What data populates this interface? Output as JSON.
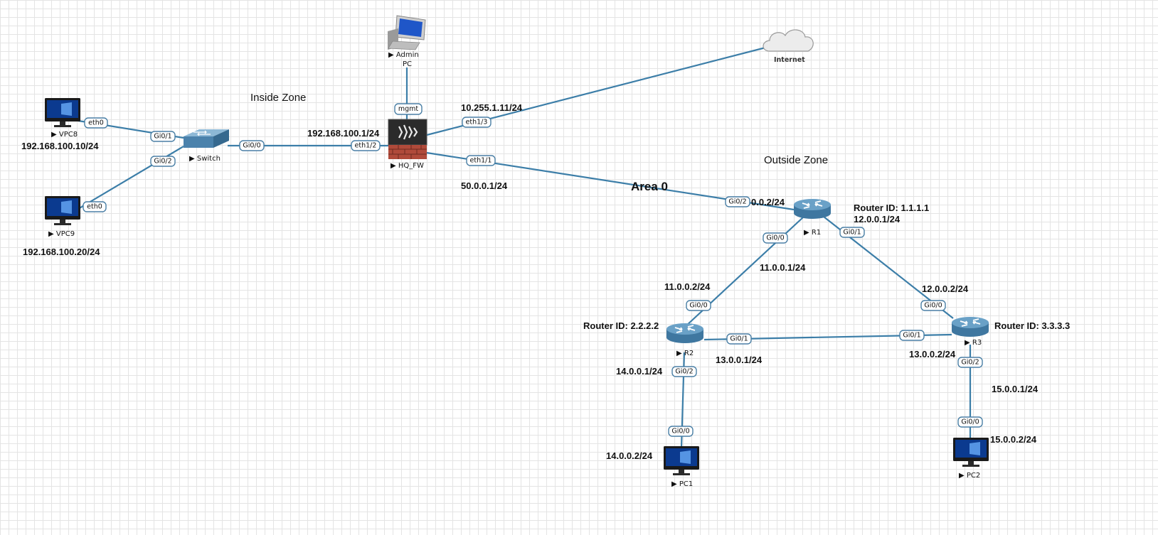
{
  "devices": {
    "vpc8": "▶ VPC8",
    "vpc9": "▶ VPC9",
    "switch": "▶ Switch",
    "hq_fw": "▶ HQ_FW",
    "admin_line1": "▶ Admin",
    "admin_line2": "PC",
    "internet": "Internet",
    "r1": "▶ R1",
    "r2": "▶ R2",
    "r3": "▶ R3",
    "pc1": "▶ PC1",
    "pc2": "▶ PC2"
  },
  "ports": {
    "vpc8_eth0": "eth0",
    "vpc9_eth0": "eth0",
    "sw_gi01": "Gi0/1",
    "sw_gi02": "Gi0/2",
    "sw_gi00": "Gi0/0",
    "fw_eth12": "eth1/2",
    "fw_mgmt": "mgmt",
    "fw_eth13": "eth1/3",
    "fw_eth11": "eth1/1",
    "r1_gi02": "Gi0/2",
    "r1_gi00": "Gi0/0",
    "r1_gi01": "Gi0/1",
    "r2_gi00": "Gi0/0",
    "r2_gi01": "Gi0/1",
    "r2_gi02": "Gi0/2",
    "r3_gi00": "Gi0/0",
    "r3_gi01": "Gi0/1",
    "r3_gi02": "Gi0/2",
    "pc1_gi00": "Gi0/0",
    "pc2_gi00": "Gi0/0"
  },
  "addresses": {
    "vpc8": "192.168.100.10/24",
    "vpc9": "192.168.100.20/24",
    "fw_inside": "192.168.100.1/24",
    "fw_internet": "10.255.1.11/24",
    "fw_outside": "50.0.0.1/24",
    "r1_gi02": "0.0.2/24",
    "r1_gi01": "12.0.0.1/24",
    "r1_gi00": "11.0.0.1/24",
    "r2_gi00": "11.0.0.2/24",
    "r3_gi00": "12.0.0.2/24",
    "r2_gi01": "13.0.0.1/24",
    "r3_gi01": "13.0.0.2/24",
    "r2_gi02": "14.0.0.1/24",
    "pc1": "14.0.0.2/24",
    "r3_gi02": "15.0.0.1/24",
    "pc2": "15.0.0.2/24"
  },
  "router_ids": {
    "r1": "Router ID: 1.1.1.1",
    "r2": "Router ID: 2.2.2.2",
    "r3": "Router ID: 3.3.3.3"
  },
  "zones": {
    "inside": "Inside Zone",
    "outside": "Outside Zone",
    "area": "Area 0"
  },
  "icons": {
    "pc": "desktop-monitor-icon",
    "switch": "switch-icon",
    "firewall": "firewall-icon",
    "router": "router-icon",
    "cloud": "cloud-icon"
  },
  "colors": {
    "link": "#3c7ea8",
    "port_border": "#4a7fa5",
    "router_body": "#5d93ba"
  }
}
